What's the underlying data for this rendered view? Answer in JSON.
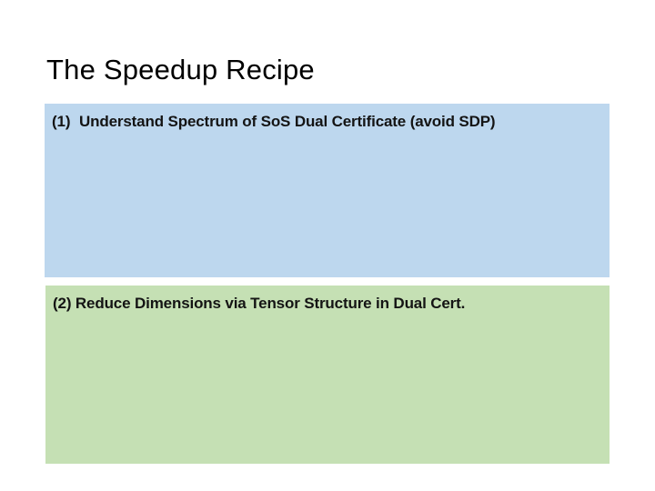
{
  "slide": {
    "title": "The Speedup Recipe",
    "background_color": "#FFFFFF",
    "steps": [
      {
        "number_label": "(1)",
        "text": "Understand Spectrum of SoS Dual Certificate (avoid SDP)",
        "full_text": "(1)  Understand Spectrum of SoS Dual Certificate (avoid SDP)",
        "fill_color": "#BDD7EE",
        "text_color": "#141414"
      },
      {
        "number_label": "(2)",
        "text": "Reduce Dimensions via Tensor Structure in Dual Cert.",
        "full_text": "(2) Reduce Dimensions via Tensor Structure in Dual Cert.",
        "fill_color": "#C5E0B4",
        "text_color": "#141414"
      }
    ]
  }
}
